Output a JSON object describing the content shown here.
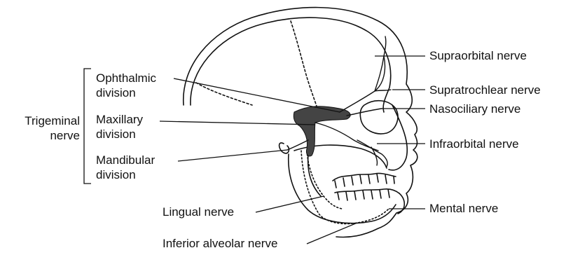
{
  "labels": {
    "trigeminal_line1": "Trigeminal",
    "trigeminal_line2": "nerve",
    "ophthalmic_line1": "Ophthalmic",
    "ophthalmic_line2": "division",
    "maxillary_line1": "Maxillary",
    "maxillary_line2": "division",
    "mandibular_line1": "Mandibular",
    "mandibular_line2": "division",
    "lingual": "Lingual nerve",
    "inferior_alveolar": "Inferior alveolar nerve",
    "supraorbital": "Supraorbital nerve",
    "supratrochlear": "Supratrochlear nerve",
    "nasociliary": "Nasociliary nerve",
    "infraorbital": "Infraorbital nerve",
    "mental": "Mental nerve"
  },
  "colors": {
    "ink": "#111111",
    "nerve_fill": "#444444",
    "background": "#ffffff"
  }
}
